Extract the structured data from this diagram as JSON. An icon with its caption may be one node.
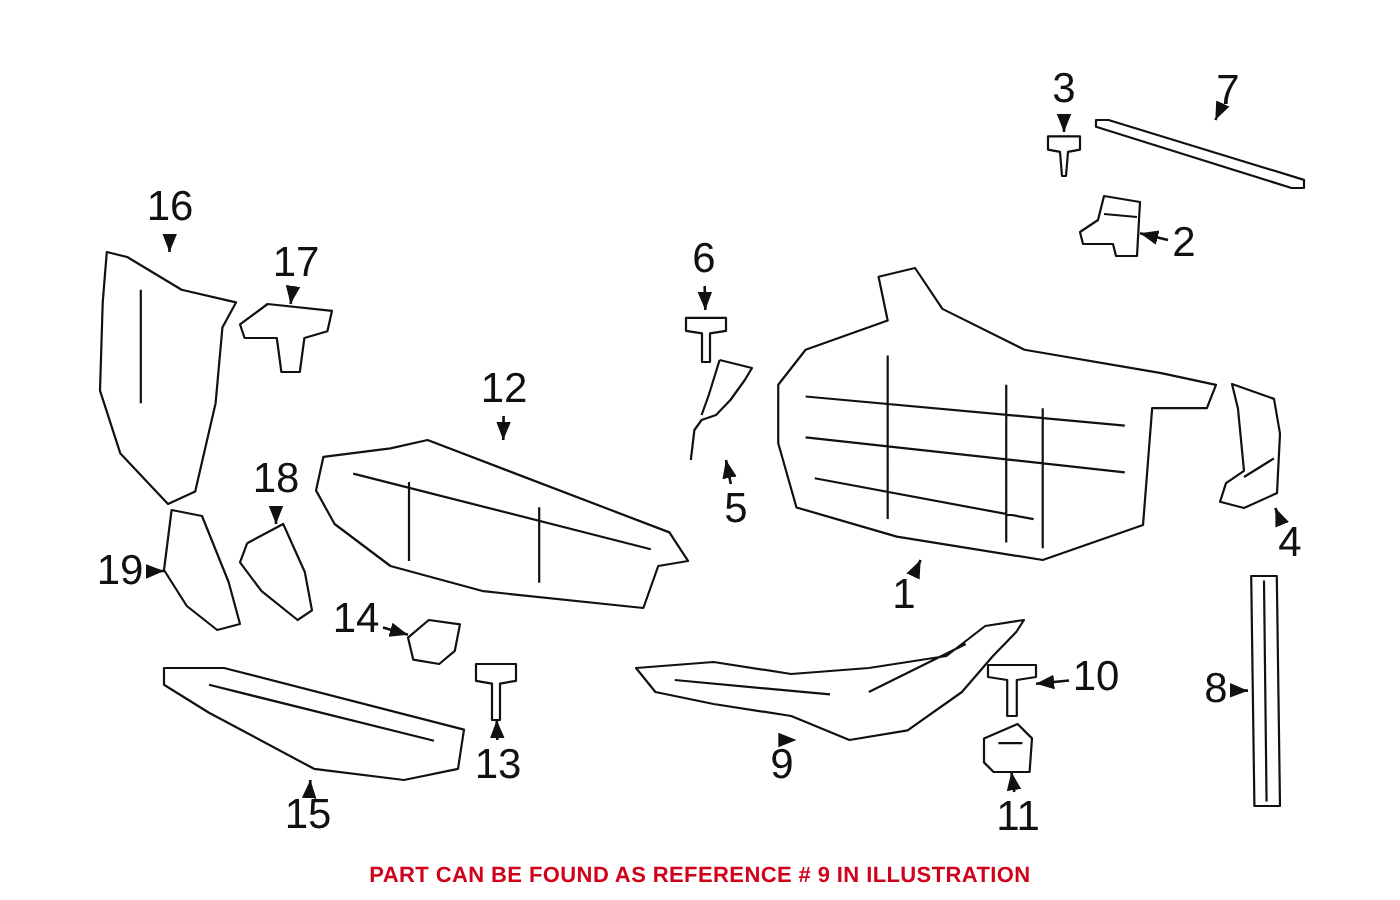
{
  "diagram": {
    "caption": "PART CAN BE FOUND AS REFERENCE # 9 IN ILLUSTRATION",
    "nodes": [
      {
        "text": [
          "1"
        ]
      },
      {
        "text": [
          "2"
        ]
      },
      {
        "text": [
          "3"
        ]
      },
      {
        "text": [
          "4"
        ]
      },
      {
        "text": [
          "5"
        ]
      },
      {
        "text": [
          "6"
        ]
      },
      {
        "text": [
          "7"
        ]
      },
      {
        "text": [
          "8"
        ]
      },
      {
        "text": [
          "9"
        ]
      },
      {
        "text": [
          "10"
        ]
      },
      {
        "text": [
          "11"
        ]
      },
      {
        "text": [
          "12"
        ]
      },
      {
        "text": [
          "13"
        ]
      },
      {
        "text": [
          "14"
        ]
      },
      {
        "text": [
          "15"
        ]
      },
      {
        "text": [
          "16"
        ]
      },
      {
        "text": [
          "17"
        ]
      },
      {
        "text": [
          "18"
        ]
      },
      {
        "text": [
          "19"
        ]
      },
      {
        "text": [],
        "shape": "picture"
      },
      {
        "text": [],
        "shape": "picture"
      },
      {
        "text": [],
        "shape": "picture"
      },
      {
        "text": [],
        "shape": "picture"
      },
      {
        "text": [],
        "shape": "picture"
      },
      {
        "text": [],
        "shape": "picture"
      },
      {
        "text": [],
        "shape": "picture"
      },
      {
        "text": [],
        "shape": "picture"
      },
      {
        "text": [],
        "shape": "picture"
      },
      {
        "text": [],
        "shape": "picture"
      },
      {
        "text": [],
        "shape": "picture"
      },
      {
        "text": [],
        "shape": "picture"
      },
      {
        "text": [],
        "shape": "picture"
      },
      {
        "text": [],
        "shape": "picture"
      },
      {
        "text": [],
        "shape": "picture"
      },
      {
        "text": [],
        "shape": "picture"
      },
      {
        "text": [],
        "shape": "picture"
      },
      {
        "text": [],
        "shape": "picture"
      },
      {
        "text": [],
        "shape": "picture"
      }
    ],
    "edges": [
      {
        "from": 0,
        "to": 19,
        "arrow": "to"
      },
      {
        "from": 1,
        "to": 20,
        "arrow": "to"
      },
      {
        "from": 2,
        "to": 21,
        "arrow": "to"
      },
      {
        "from": 3,
        "to": 22,
        "arrow": "to"
      },
      {
        "from": 4,
        "to": 23,
        "arrow": "to"
      },
      {
        "from": 5,
        "to": 24,
        "arrow": "to"
      },
      {
        "from": 6,
        "to": 25,
        "arrow": "to"
      },
      {
        "from": 7,
        "to": 26,
        "arrow": "to"
      },
      {
        "from": 8,
        "to": 27,
        "arrow": "to"
      },
      {
        "from": 9,
        "to": 28,
        "arrow": "to"
      },
      {
        "from": 10,
        "to": 29,
        "arrow": "to"
      },
      {
        "from": 11,
        "to": 30,
        "arrow": "to"
      },
      {
        "from": 12,
        "to": 31,
        "arrow": "to"
      },
      {
        "from": 13,
        "to": 32,
        "arrow": "to"
      },
      {
        "from": 14,
        "to": 33,
        "arrow": "to"
      },
      {
        "from": 15,
        "to": 34,
        "arrow": "to"
      },
      {
        "from": 16,
        "to": 35,
        "arrow": "to"
      },
      {
        "from": 17,
        "to": 36,
        "arrow": "to"
      },
      {
        "from": 18,
        "to": 37,
        "arrow": "to"
      }
    ]
  }
}
